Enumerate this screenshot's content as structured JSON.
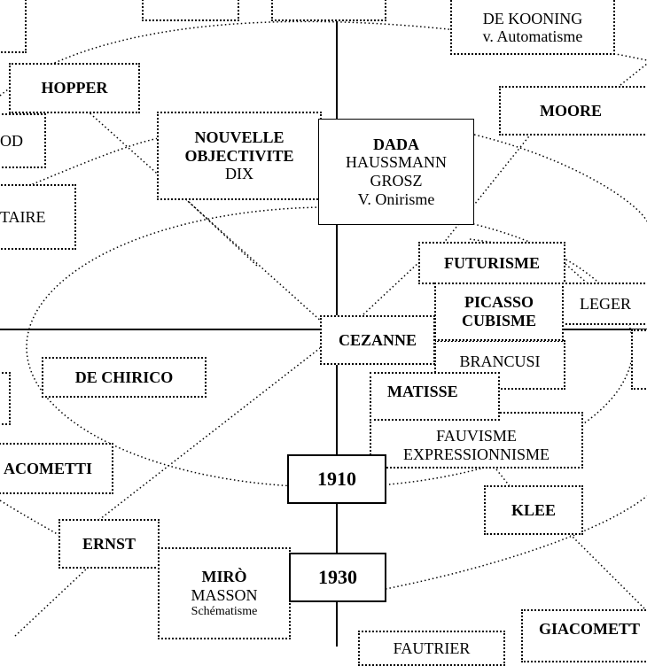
{
  "diagram": {
    "top_right": {
      "name": "DE KOONING",
      "note": "v. Automatisme"
    },
    "hopper": "HOPPER",
    "left_partial_1": "OD",
    "left_partial_2": "TAIRE",
    "nouvelle": {
      "line1": "NOUVELLE",
      "line2": "OBJECTIVITE",
      "line3": "DIX"
    },
    "dada": {
      "title": "DADA",
      "line2": "HAUSSMANN",
      "line3": "GROSZ",
      "line4": "V. Onirisme"
    },
    "moore": "MOORE",
    "futurisme": "FUTURISME",
    "picasso": {
      "line1": "PICASSO",
      "line2": "CUBISME"
    },
    "leger": "LEGER",
    "brancusi": "BRANCUSI",
    "cezanne": "CEZANNE",
    "de_chirico": "DE CHIRICO",
    "matisse": "MATISSE",
    "fauvisme": {
      "line1": "FAUVISME",
      "line2": "EXPRESSIONNISME"
    },
    "year_1910": "1910",
    "year_1930": "1930",
    "giacometti_left": "ACOMETTI",
    "klee": "KLEE",
    "ernst": "ERNST",
    "miro": {
      "line1": "MIRÒ",
      "line2": "MASSON",
      "line3": "Schématisme"
    },
    "giacometti_right": "GIACOMETT",
    "fautrier": "FAUTRIER"
  }
}
